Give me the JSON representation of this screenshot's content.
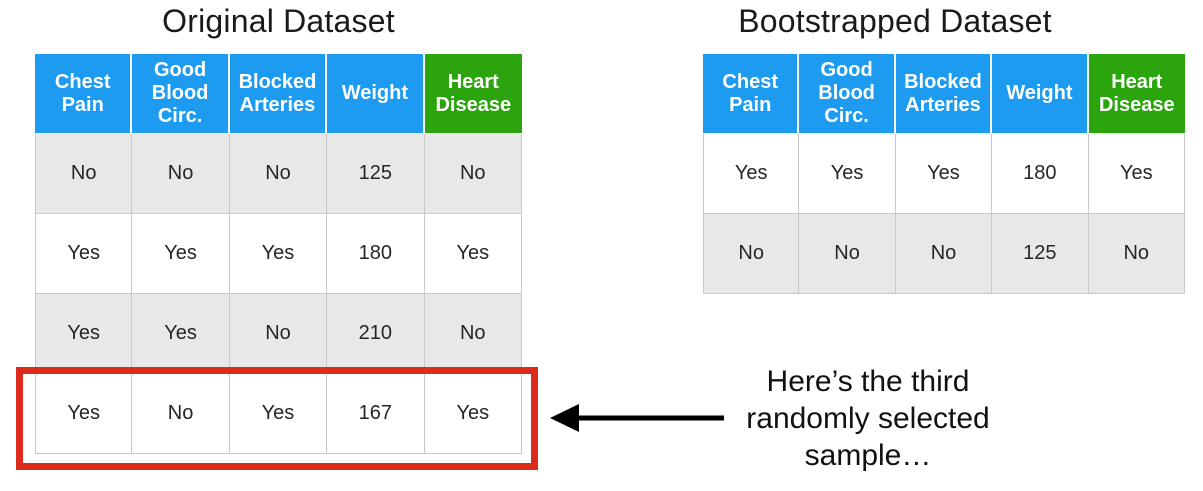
{
  "original_dataset": {
    "title": "Original Dataset",
    "headers": [
      "Chest Pain",
      "Good Blood Circ.",
      "Blocked Arteries",
      "Weight",
      "Heart Disease"
    ],
    "rows": [
      [
        "No",
        "No",
        "No",
        "125",
        "No"
      ],
      [
        "Yes",
        "Yes",
        "Yes",
        "180",
        "Yes"
      ],
      [
        "Yes",
        "Yes",
        "No",
        "210",
        "No"
      ],
      [
        "Yes",
        "No",
        "Yes",
        "167",
        "Yes"
      ]
    ]
  },
  "bootstrapped_dataset": {
    "title": "Bootstrapped Dataset",
    "headers": [
      "Chest Pain",
      "Good Blood Circ.",
      "Blocked Arteries",
      "Weight",
      "Heart Disease"
    ],
    "rows": [
      [
        "Yes",
        "Yes",
        "Yes",
        "180",
        "Yes"
      ],
      [
        "No",
        "No",
        "No",
        "125",
        "No"
      ]
    ]
  },
  "annotation": {
    "text": "Here’s the third randomly selected sample…",
    "lines": [
      "Here’s the third",
      "randomly selected",
      "sample…"
    ]
  },
  "highlight": {
    "target_row": [
      "Yes",
      "No",
      "Yes",
      "167",
      "Yes"
    ]
  },
  "colors": {
    "header_blue": "#1D9BF0",
    "header_green": "#2CA40E",
    "row_gray": "#E8E8E8",
    "highlight_red": "#DC2B1C",
    "arrow_black": "#000000"
  }
}
